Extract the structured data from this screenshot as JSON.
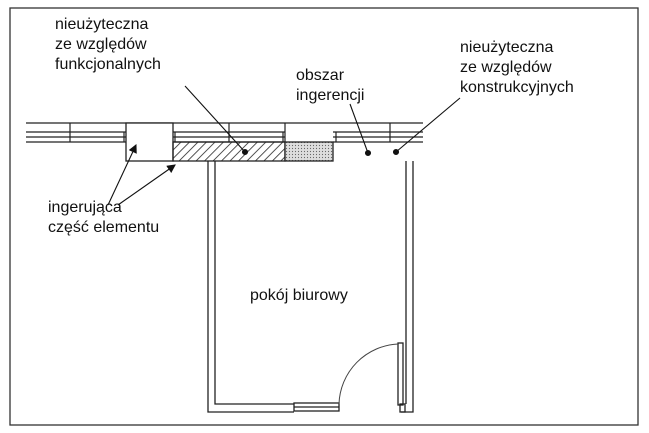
{
  "labels": {
    "unusable_functional": [
      "nieużyteczna",
      "ze względów",
      "funkcjonalnych"
    ],
    "interference_area": [
      "obszar",
      "ingerencji"
    ],
    "unusable_structural": [
      "nieużyteczna",
      "ze względów",
      "konstrukcyjnych"
    ],
    "interfering_part": [
      "ingerująca",
      "część elementu"
    ],
    "room": "pokój biurowy"
  }
}
